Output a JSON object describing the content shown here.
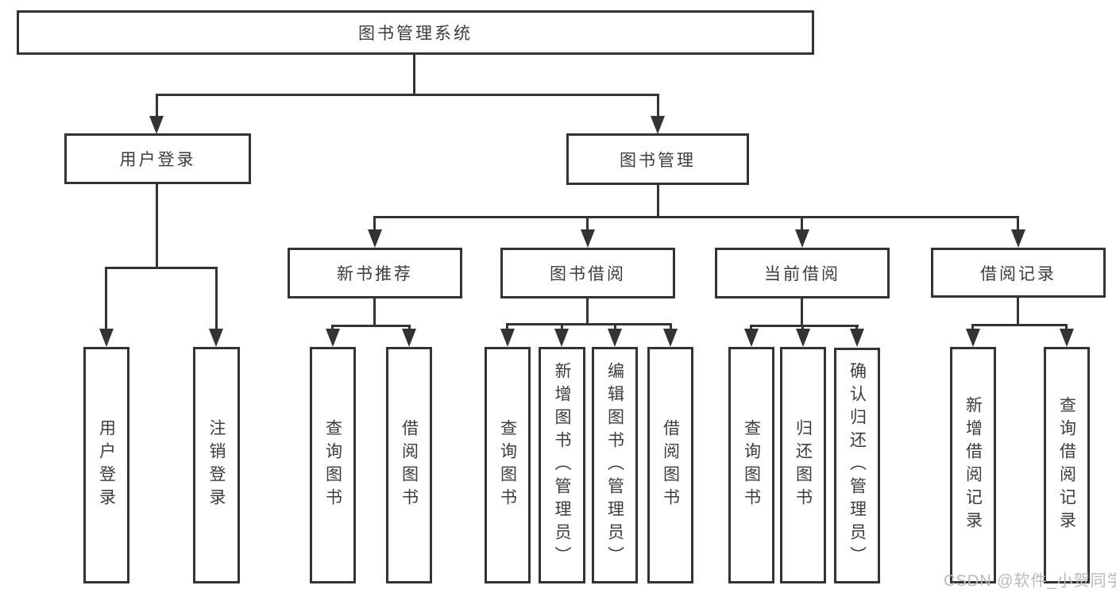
{
  "tree": {
    "root": {
      "label": "图书管理系统"
    },
    "branches": [
      {
        "label": "用户登录",
        "children": [
          {
            "label": "用户登录"
          },
          {
            "label": "注销登录"
          }
        ]
      },
      {
        "label": "图书管理",
        "children": [
          {
            "label": "新书推荐",
            "children": [
              {
                "label": "查询图书"
              },
              {
                "label": "借阅图书"
              }
            ]
          },
          {
            "label": "图书借阅",
            "children": [
              {
                "label": "查询图书"
              },
              {
                "label": "新增图书（管理员）"
              },
              {
                "label": "编辑图书（管理员）"
              },
              {
                "label": "借阅图书"
              }
            ]
          },
          {
            "label": "当前借阅",
            "children": [
              {
                "label": "查询图书"
              },
              {
                "label": "归还图书"
              },
              {
                "label": "确认归还（管理员）"
              }
            ]
          },
          {
            "label": "借阅记录",
            "children": [
              {
                "label": "新增借阅记录"
              },
              {
                "label": "查询借阅记录"
              }
            ]
          }
        ]
      }
    ]
  },
  "watermark": "CSDN @软件_小贺同学",
  "colors": {
    "line": "#333333",
    "text": "#3c3c3c",
    "watermark": "#b9b9b9",
    "background": "#ffffff"
  }
}
